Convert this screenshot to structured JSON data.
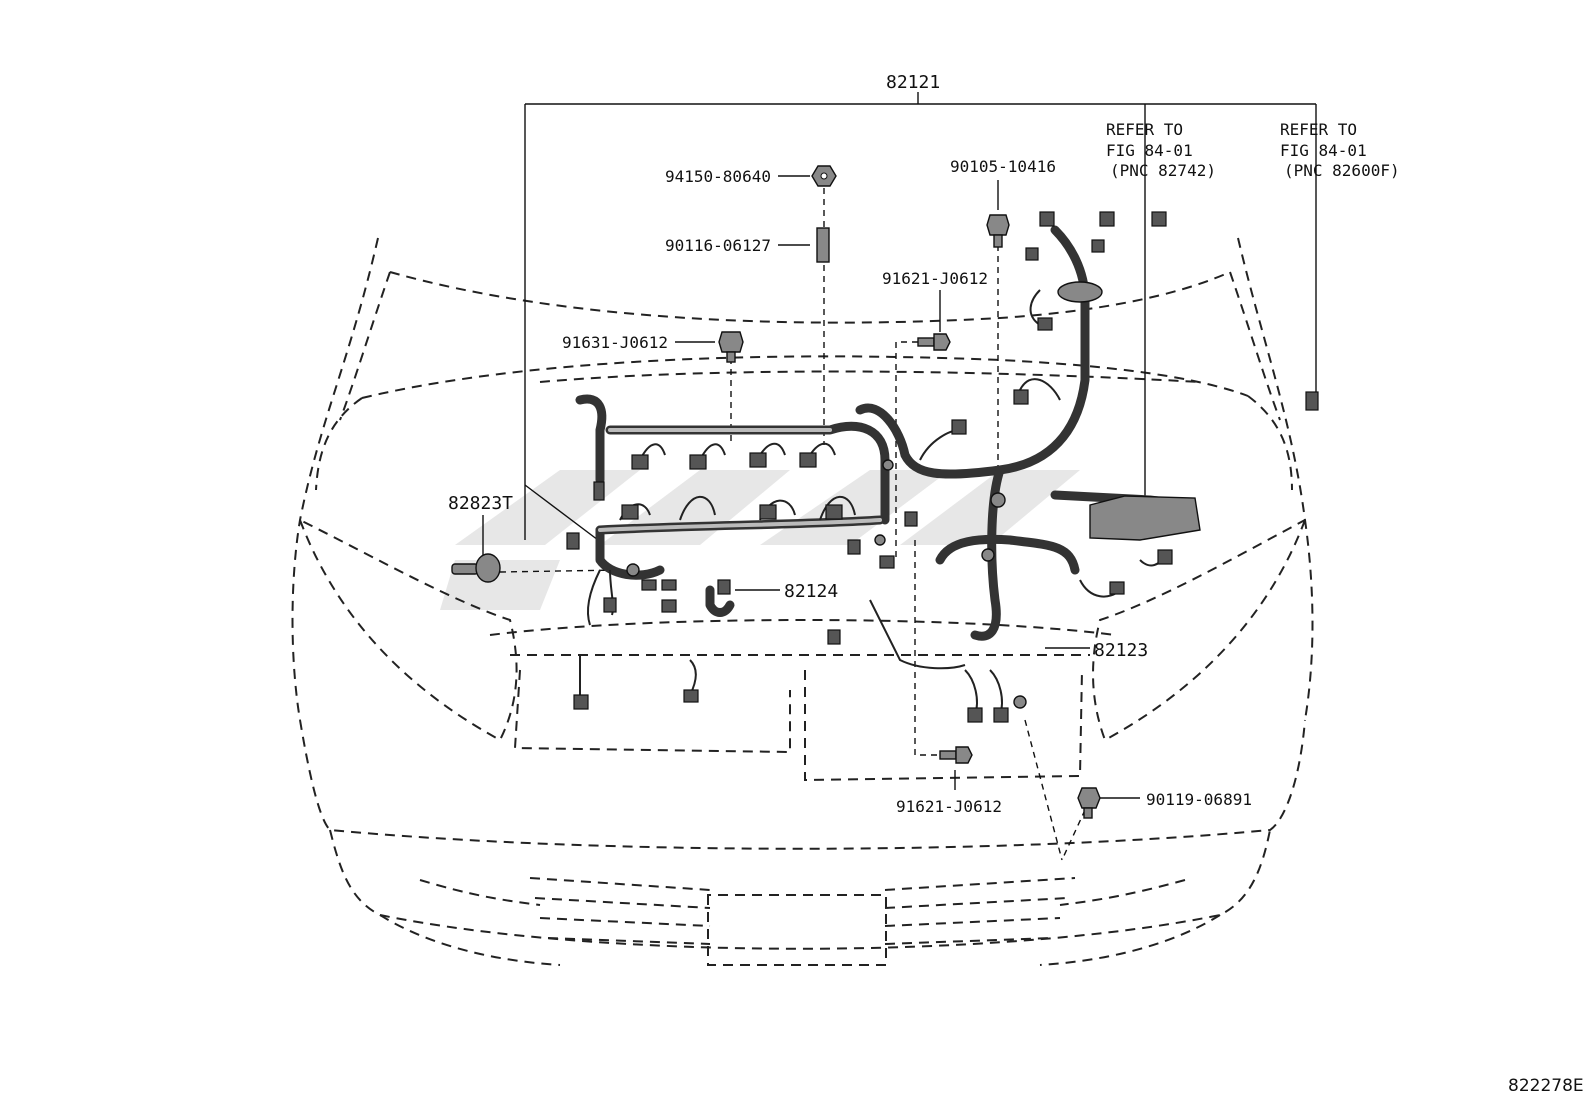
{
  "labels": {
    "main_harness": "82121",
    "refer_1_line1": "REFER TO",
    "refer_1_line2": "FIG 84-01",
    "refer_1_line3": "(PNC 82742)",
    "refer_2_line1": "REFER TO",
    "refer_2_line2": "FIG 84-01",
    "refer_2_line3": "(PNC 82600F)",
    "nut_94150": "94150-80640",
    "stud_90116": "90116-06127",
    "bolt_90105": "90105-10416",
    "bolt_91621_top": "91621-J0612",
    "bolt_91631": "91631-J0612",
    "clamp_82823T": "82823T",
    "wire_82124": "82124",
    "wire_82123": "82123",
    "bolt_91621_bottom": "91621-J0612",
    "bolt_90119": "90119-06891"
  },
  "figure_id": "822278E"
}
